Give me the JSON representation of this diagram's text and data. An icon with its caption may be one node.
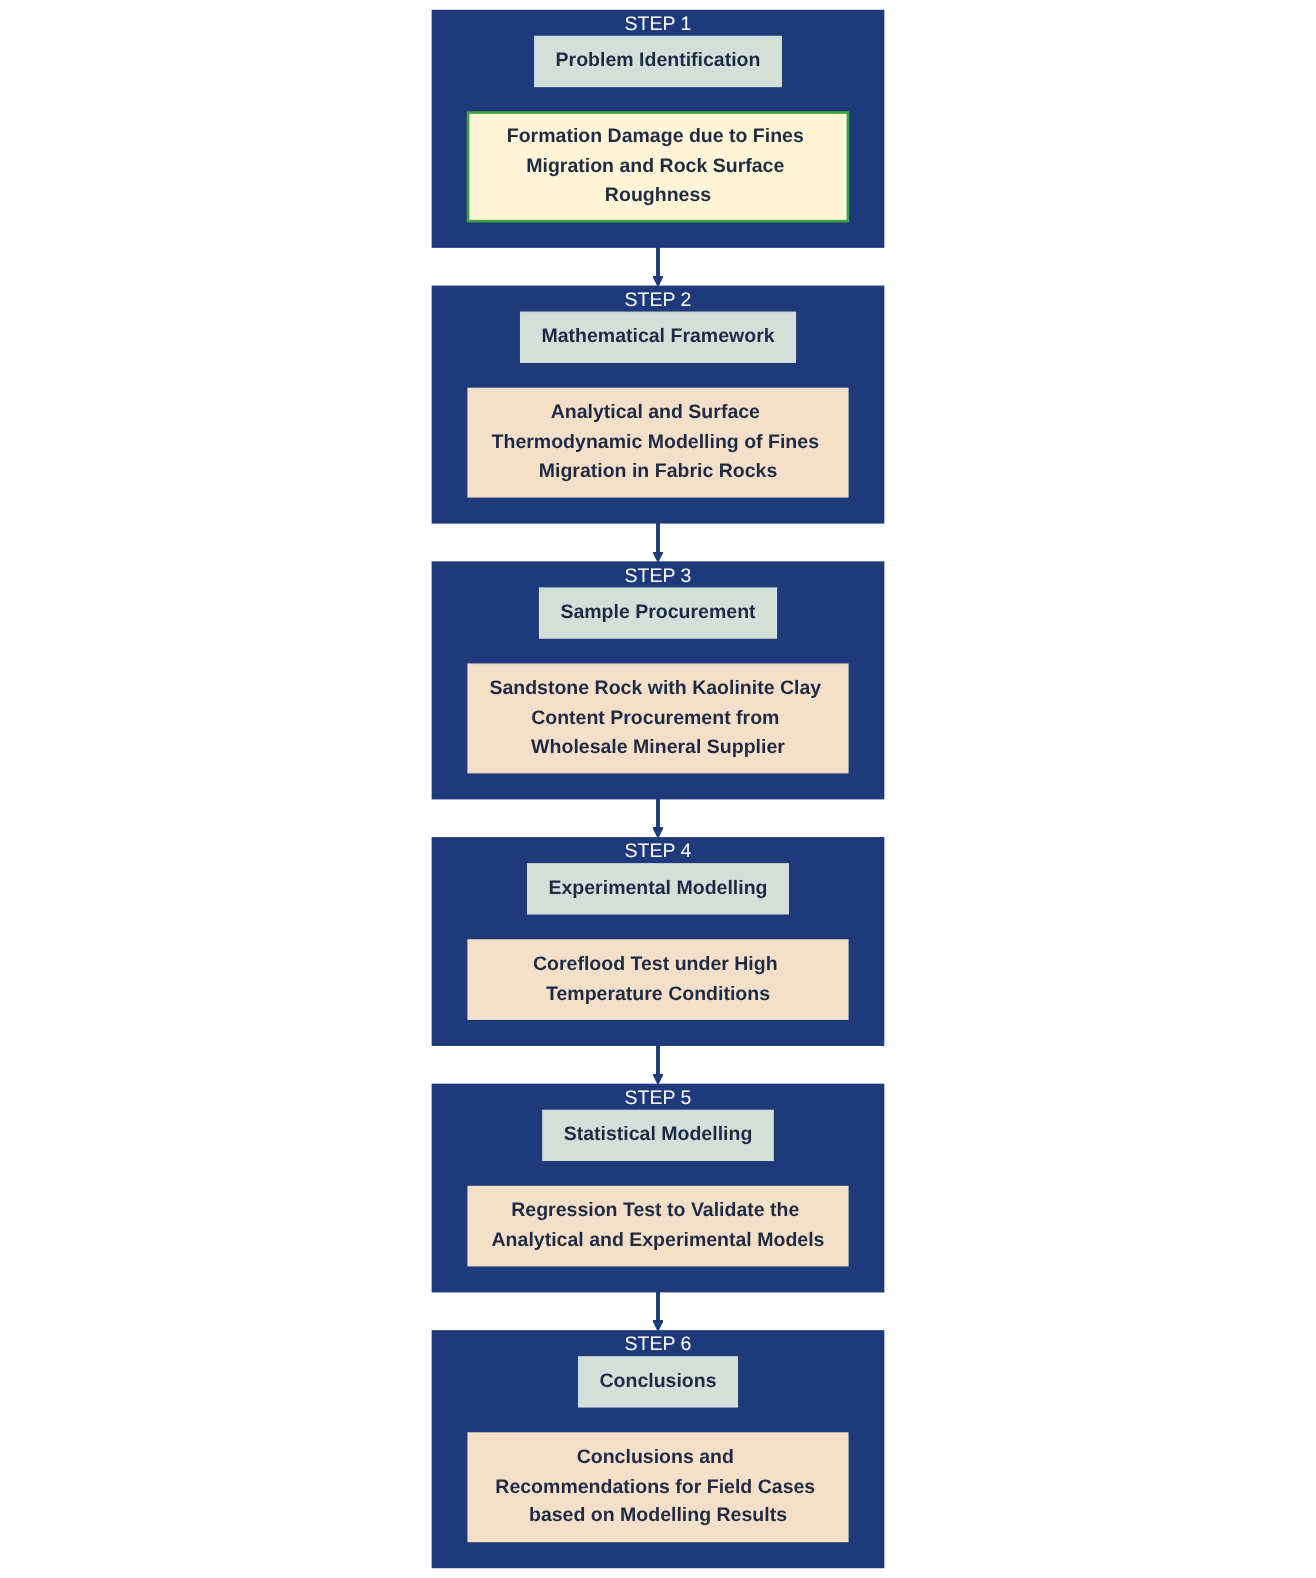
{
  "diagram": {
    "nodes": [
      {
        "text": [
          "STEP 1"
        ]
      },
      {
        "text": [
          "Problem Identification"
        ],
        "in": 0
      },
      {
        "text": [
          "Formation Damage due to Fines Migration and Rock Surface Roughness"
        ],
        "in": 0
      },
      {
        "text": [
          "STEP 2"
        ]
      },
      {
        "text": [
          "Mathematical Framework"
        ],
        "in": 3
      },
      {
        "text": [
          "Analytical and Surface Thermodynamic Modelling of Fines Migration in Fabric Rocks"
        ],
        "in": 3
      },
      {
        "text": [
          "STEP 3"
        ]
      },
      {
        "text": [
          "Sample Procurement"
        ],
        "in": 6
      },
      {
        "text": [
          "Sandstone Rock with Kaolinite Clay Content Procurement from Wholesale Mineral Supplier"
        ],
        "in": 6
      },
      {
        "text": [
          "STEP 4"
        ]
      },
      {
        "text": [
          "Experimental Modelling"
        ],
        "in": 9
      },
      {
        "text": [
          "Coreflood Test under High Temperature Conditions"
        ],
        "in": 9
      },
      {
        "text": [
          "STEP 5"
        ]
      },
      {
        "text": [
          "Statistical Modelling"
        ],
        "in": 12
      },
      {
        "text": [
          "Regression Test to Validate the Analytical and Experimental Models"
        ],
        "in": 12
      },
      {
        "text": [
          "STEP 6"
        ]
      },
      {
        "text": [
          "Conclusions"
        ],
        "in": 15
      },
      {
        "text": [
          "Conclusions and Recommendations for Field Cases based on Modelling Results"
        ],
        "in": 15
      }
    ],
    "edges": [
      {
        "from": 0,
        "to": 3,
        "arrow": "to"
      },
      {
        "from": 3,
        "to": 6,
        "arrow": "to"
      },
      {
        "from": 6,
        "to": 9,
        "arrow": "to"
      },
      {
        "from": 9,
        "to": 12,
        "arrow": "to"
      },
      {
        "from": 12,
        "to": 15,
        "arrow": "to"
      }
    ]
  }
}
